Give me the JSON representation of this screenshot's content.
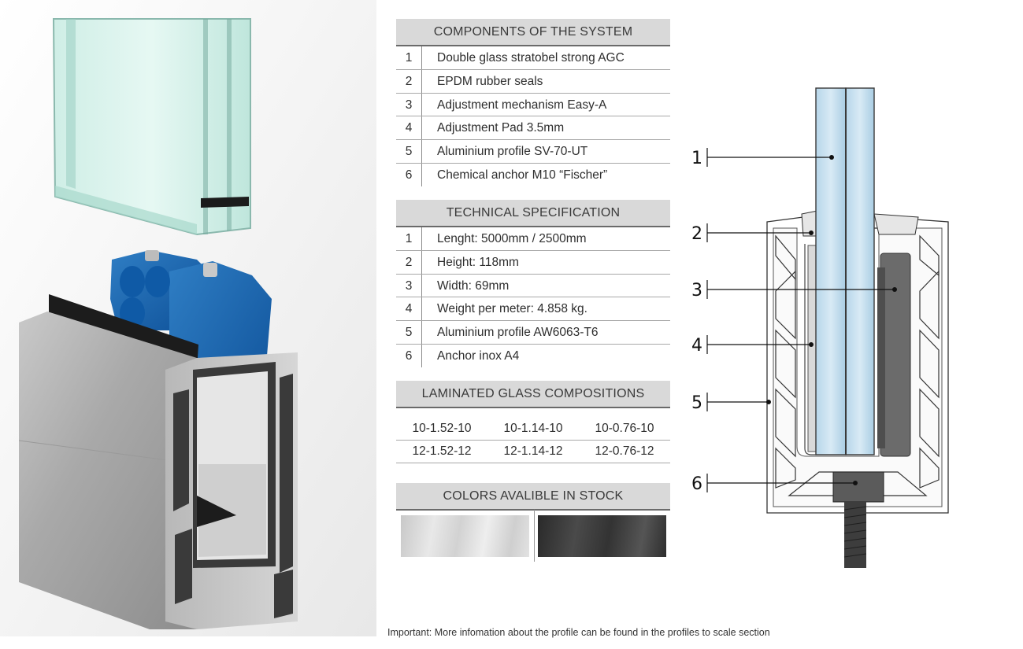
{
  "components": {
    "title": "COMPONENTS OF THE SYSTEM",
    "rows": [
      {
        "num": "1",
        "text": "Double glass stratobel strong AGC"
      },
      {
        "num": "2",
        "text": "EPDM rubber seals"
      },
      {
        "num": "3",
        "text": "Adjustment mechanism Easy-A"
      },
      {
        "num": "4",
        "text": "Adjustment Pad 3.5mm"
      },
      {
        "num": "5",
        "text": "Aluminium profile SV-70-UT"
      },
      {
        "num": "6",
        "text": "Chemical anchor M10 “Fischer”"
      }
    ]
  },
  "technical": {
    "title": "TECHNICAL SPECIFICATION",
    "rows": [
      {
        "num": "1",
        "text": "Lenght: 5000mm / 2500mm"
      },
      {
        "num": "2",
        "text": "Height: 118mm"
      },
      {
        "num": "3",
        "text": "Width: 69mm"
      },
      {
        "num": "4",
        "text": "Weight per meter: 4.858 kg."
      },
      {
        "num": "5",
        "text": "Aluminium profile AW6063-T6"
      },
      {
        "num": "6",
        "text": "Anchor inox A4"
      }
    ]
  },
  "glass": {
    "title": "LAMINATED GLASS COMPOSITIONS",
    "rows": [
      [
        "10-1.52-10",
        "10-1.14-10",
        "10-0.76-10"
      ],
      [
        "12-1.52-12",
        "12-1.14-12",
        "12-0.76-12"
      ]
    ]
  },
  "colors": {
    "title": "COLORS AVALIBLE IN STOCK",
    "swatches": [
      {
        "name": "brushed-silver",
        "color": "#d9d9d9"
      },
      {
        "name": "brushed-black",
        "color": "#3a3a3a"
      }
    ]
  },
  "diagram": {
    "callouts": [
      "1",
      "2",
      "3",
      "4",
      "5",
      "6"
    ]
  },
  "footnote": "Important: More infomation about the profile can be found in the profiles to scale section"
}
